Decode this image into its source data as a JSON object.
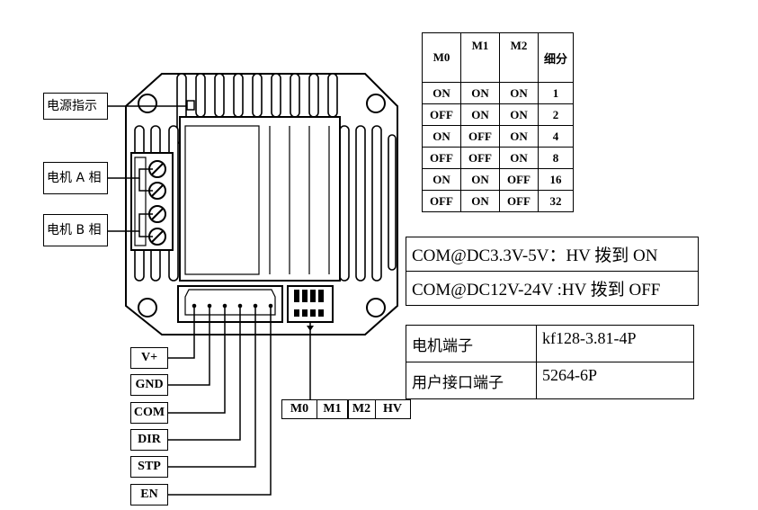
{
  "side_labels": {
    "power_indicator": "电源指示",
    "motor_a": "电机 A 相",
    "motor_b": "电机 B 相"
  },
  "signals": [
    "V+",
    "GND",
    "COM",
    "DIR",
    "STP",
    "EN"
  ],
  "dip_labels": [
    "M0",
    "M1",
    "M2",
    "HV"
  ],
  "microstep_table": {
    "headers": [
      "M0",
      "M1",
      "M2",
      "细分"
    ],
    "rows": [
      [
        "ON",
        "ON",
        "ON",
        "1"
      ],
      [
        "OFF",
        "ON",
        "ON",
        "2"
      ],
      [
        "ON",
        "OFF",
        "ON",
        "4"
      ],
      [
        "OFF",
        "OFF",
        "ON",
        "8"
      ],
      [
        "ON",
        "ON",
        "OFF",
        "16"
      ],
      [
        "OFF",
        "ON",
        "OFF",
        "32"
      ]
    ]
  },
  "hv_settings": [
    "COM@DC3.3V-5V：HV 拨到 ON",
    "COM@DC12V-24V :HV 拨到 OFF"
  ],
  "terminals": [
    {
      "name": "电机端子",
      "value": "kf128-3.81-4P"
    },
    {
      "name": "用户接口端子",
      "value": "5264-6P"
    }
  ]
}
